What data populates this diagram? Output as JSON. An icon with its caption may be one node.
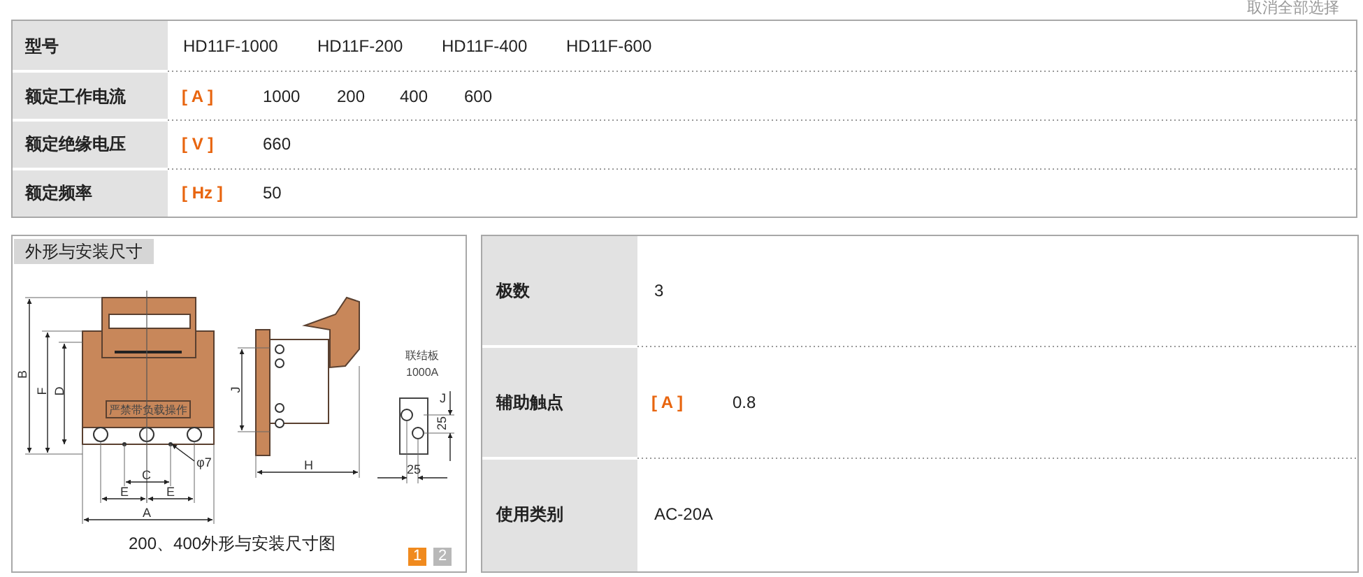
{
  "diagram": {
    "labels": [
      "取消全部选择",
      "型号",
      "HD11F-1000",
      "HD11F-200",
      "HD11F-400",
      "HD11F-600",
      "额定工作电流",
      "[ A ]",
      "1000",
      "200",
      "400",
      "600",
      "额定绝缘电压",
      "[ V ]",
      "660",
      "额定频率",
      "[ Hz ]",
      "50",
      "外形与安装尺寸",
      "严禁带负载操作",
      "B",
      "F",
      "D",
      "C",
      "E",
      "E",
      "A",
      "φ7",
      "J",
      "H",
      "联结板",
      "1000A",
      "J",
      "25",
      "25",
      "200、400外形与安装尺寸图",
      "1",
      "2",
      "极数",
      "3",
      "辅助触点",
      "[ A ]",
      "0.8",
      "使用类别",
      "AC-20A"
    ]
  }
}
